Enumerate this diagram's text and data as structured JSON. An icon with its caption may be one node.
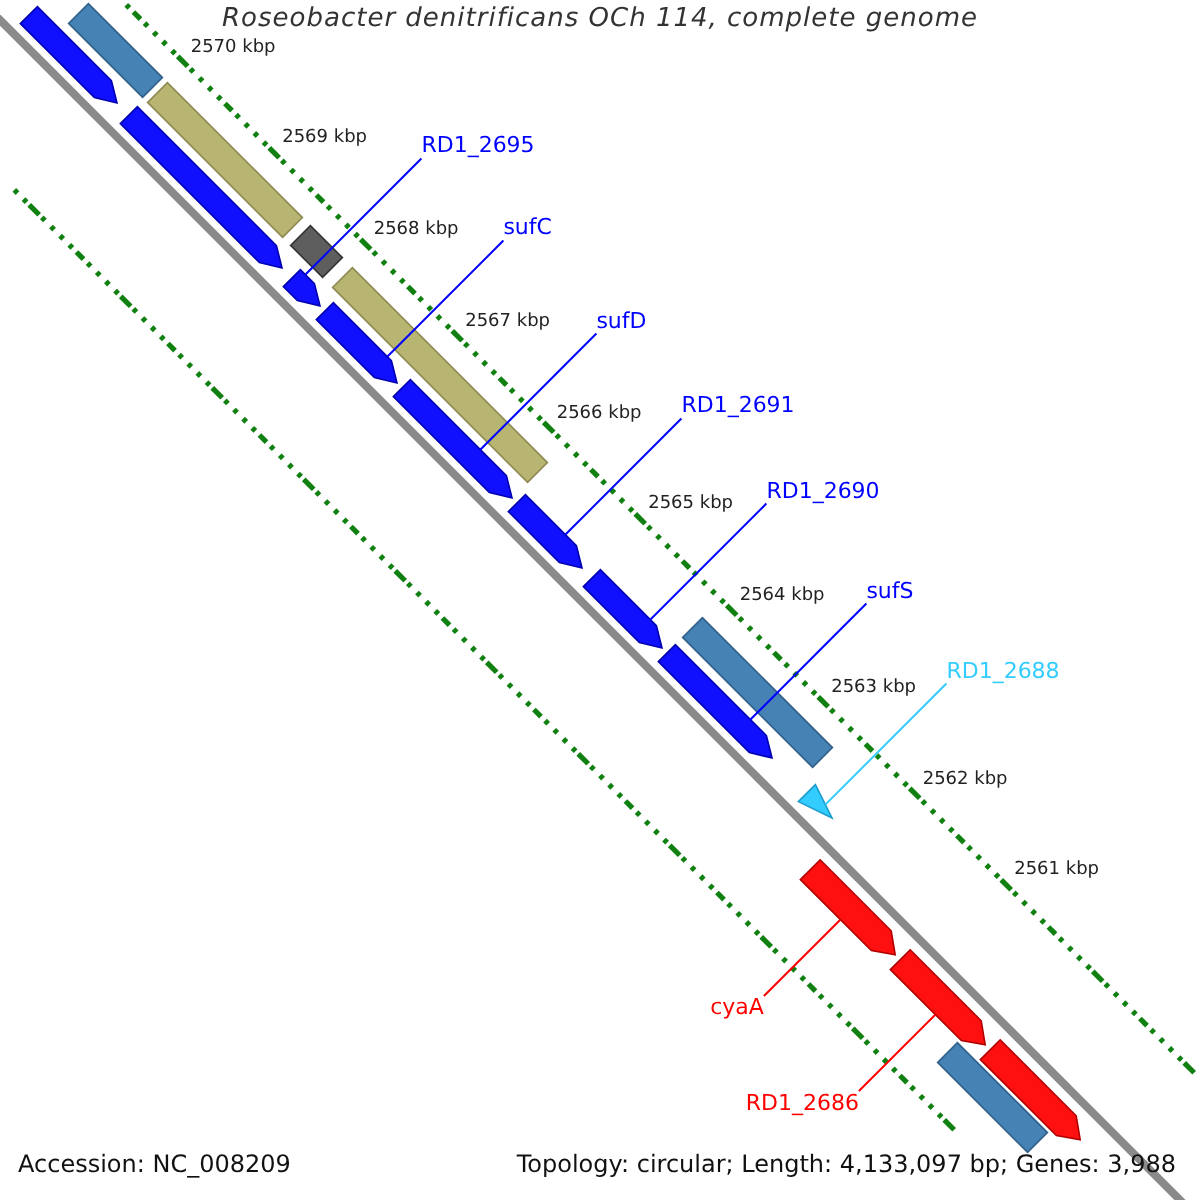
{
  "diagram": {
    "title": "Roseobacter denitrificans OCh 114, complete genome",
    "nodes": [
      {
        "text": [
          "RD1_2695"
        ]
      },
      {
        "text": [
          "sufC"
        ]
      },
      {
        "text": [
          "sufD"
        ]
      },
      {
        "text": [
          "RD1_2691"
        ]
      },
      {
        "text": [
          "RD1_2690"
        ]
      },
      {
        "text": [
          "sufS"
        ]
      },
      {
        "text": [
          "RD1_2688"
        ]
      },
      {
        "text": [
          "cyaA"
        ]
      },
      {
        "text": [
          "RD1_2686"
        ]
      },
      {
        "text": [],
        "shape": "bar"
      },
      {
        "text": [],
        "shape": "bar"
      },
      {
        "text": [],
        "shape": "bar"
      },
      {
        "text": [],
        "shape": "bar"
      },
      {
        "text": [],
        "shape": "bar"
      },
      {
        "text": [],
        "shape": "bar"
      },
      {
        "text": [],
        "shape": "bar"
      },
      {
        "text": [],
        "shape": "bar"
      },
      {
        "text": [],
        "shape": "bar"
      },
      {
        "text": [],
        "shape": "bar"
      },
      {
        "text": [],
        "shape": "bar"
      },
      {
        "text": [],
        "shape": "bar"
      },
      {
        "text": [],
        "shape": "bar"
      },
      {
        "text": [],
        "shape": "bar"
      },
      {
        "text": [],
        "shape": "bar"
      },
      {
        "text": [],
        "shape": "bar"
      },
      {
        "text": [],
        "shape": "bar"
      },
      {
        "text": [],
        "shape": "bar"
      }
    ],
    "edges": [
      {
        "from": 0,
        "to": 14,
        "arrow": "none"
      },
      {
        "from": 1,
        "to": 16,
        "arrow": "none"
      },
      {
        "from": 2,
        "to": 17,
        "arrow": "none"
      },
      {
        "from": 3,
        "to": 18,
        "arrow": "none"
      },
      {
        "from": 4,
        "to": 19,
        "arrow": "none"
      },
      {
        "from": 5,
        "to": 20,
        "arrow": "none"
      },
      {
        "from": 6,
        "to": 22,
        "arrow": "none",
        "color": "#33ccff"
      },
      {
        "from": 7,
        "to": 23,
        "arrow": "none",
        "color": "#ff0000"
      },
      {
        "from": 8,
        "to": 24,
        "arrow": "none",
        "color": "#ff0000"
      }
    ],
    "labels": [
      "2570 kbp",
      "2569 kbp",
      "2568 kbp",
      "2567 kbp",
      "2566 kbp",
      "2565 kbp",
      "2564 kbp",
      "2563 kbp",
      "2562 kbp",
      "2561 kbp",
      "Accession: NC_008209",
      "Topology: circular; Length: 4,133,097 bp; Genes: 3,988"
    ]
  }
}
